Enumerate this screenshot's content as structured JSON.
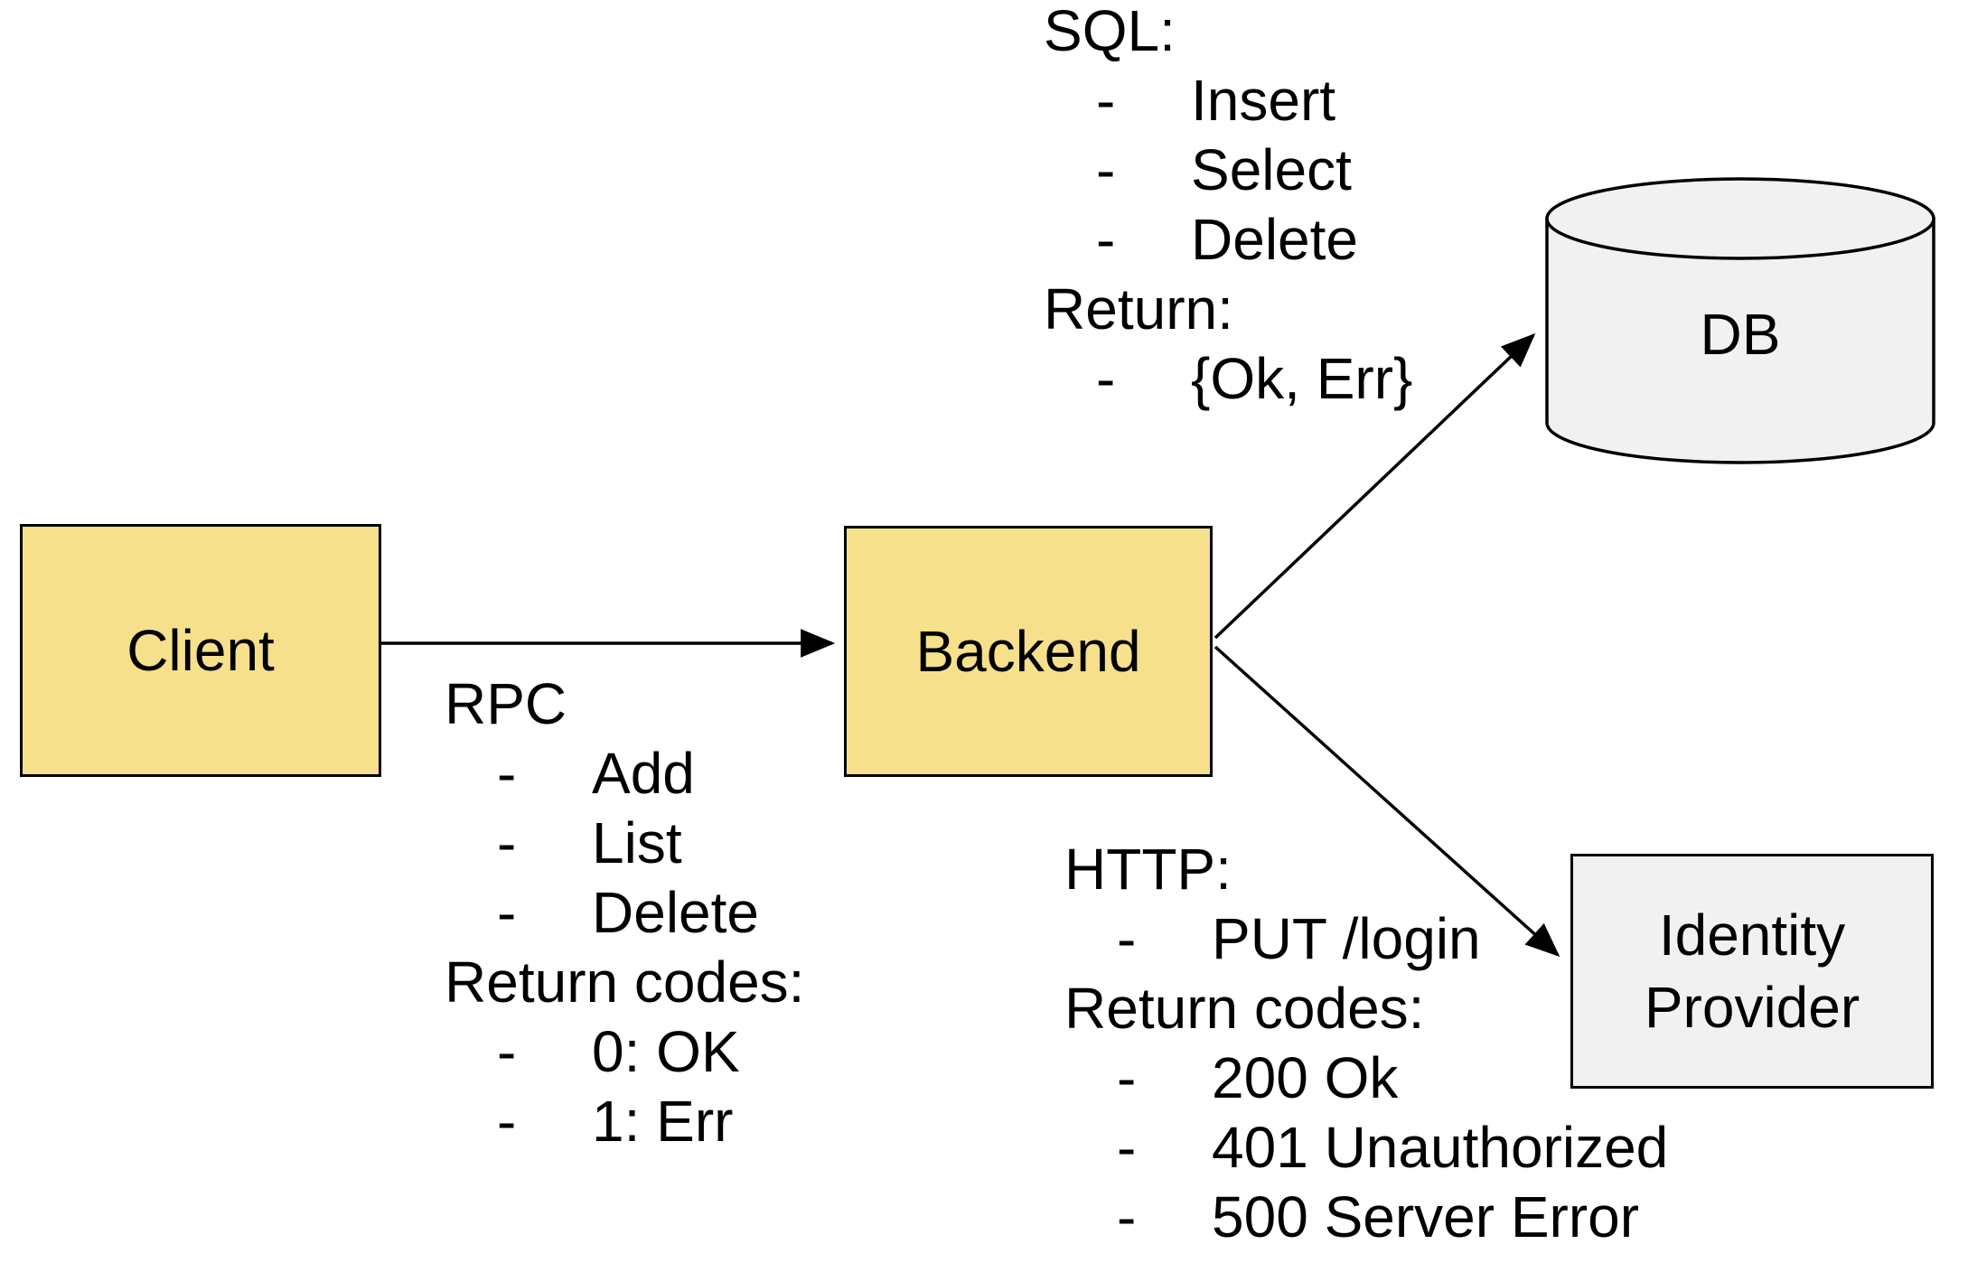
{
  "colors": {
    "background": "#FFFFFF",
    "node_fill_yellow": "#F6E08C",
    "node_fill_gray": "#F1F1F1",
    "outline": "#000000",
    "text": "#000000"
  },
  "nodes": {
    "client": {
      "label": "Client",
      "shape": "rectangle"
    },
    "backend": {
      "label": "Backend",
      "shape": "rectangle"
    },
    "db": {
      "label": "DB",
      "shape": "cylinder"
    },
    "identity_provider": {
      "label": "Identity Provider",
      "shape": "rectangle"
    }
  },
  "edges": [
    {
      "from": "client",
      "to": "backend"
    },
    {
      "from": "backend",
      "to": "db"
    },
    {
      "from": "backend",
      "to": "identity_provider"
    }
  ],
  "annotations": {
    "bullet_char": "-",
    "rpc": {
      "heading": "RPC",
      "calls": [
        "Add",
        "List",
        "Delete"
      ],
      "return_heading": "Return codes:",
      "returns": [
        "0: OK",
        "1: Err"
      ]
    },
    "sql": {
      "heading": "SQL:",
      "calls": [
        "Insert",
        "Select",
        "Delete"
      ],
      "return_heading": "Return:",
      "returns": [
        "{Ok, Err}"
      ]
    },
    "http": {
      "heading": "HTTP:",
      "calls": [
        "PUT /login"
      ],
      "return_heading": "Return codes:",
      "returns": [
        "200 Ok",
        "401 Unauthorized",
        "500 Server Error"
      ]
    }
  }
}
